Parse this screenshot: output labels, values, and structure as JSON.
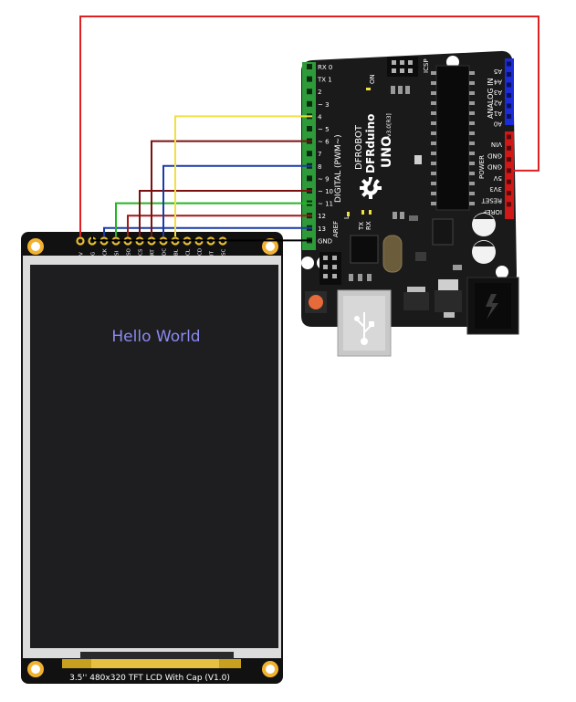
{
  "lcd": {
    "screen_text": "Hello World",
    "label": "3.5'' 480x320 TFT LCD With Cap (V1.0)",
    "pins": [
      "V",
      "G",
      "CK",
      "SI",
      "SO",
      "CS",
      "RT",
      "DC",
      "BL",
      "CL",
      "CD",
      "IT",
      "SC"
    ]
  },
  "board": {
    "brand": "DFROBOT",
    "model": "DFRduino",
    "variant": "UNO",
    "version": "v3.0[R3]",
    "digital_label": "DIGITAL (PWM~)",
    "analog_label": "ANALOG IN",
    "power_label": "POWER",
    "icsp_label": "ICSP",
    "aref_label": "AREF",
    "on_label": "ON",
    "l_label": "L",
    "tx_label": "TX",
    "rx_label": "RX",
    "digital_pins": [
      "RX 0",
      "TX 1",
      "2",
      "~ 3",
      "4",
      "~ 5",
      "~ 6",
      "7",
      "8",
      "~ 9",
      "~ 10",
      "~ 11",
      "12",
      "13",
      "GND"
    ],
    "analog_pins": [
      "A5",
      "A4",
      "A3",
      "A2",
      "A1",
      "A0"
    ],
    "power_pins": [
      "VIN",
      "GND",
      "GND",
      "5V",
      "3V3",
      "RESET",
      "IOREF"
    ]
  },
  "wires": [
    {
      "from": "V",
      "to": "5V",
      "color": "#e02020"
    },
    {
      "from": "G",
      "to": "GND",
      "color": "#000000"
    },
    {
      "from": "CK",
      "to": "13",
      "color": "#1a3aa8"
    },
    {
      "from": "SI",
      "to": "11",
      "color": "#22b522"
    },
    {
      "from": "SO",
      "to": "12",
      "color": "#a01818"
    },
    {
      "from": "CS",
      "to": "10",
      "color": "#7a1010"
    },
    {
      "from": "RT",
      "to": "6",
      "color": "#7a1010"
    },
    {
      "from": "DC",
      "to": "8",
      "color": "#1a3aa8"
    },
    {
      "from": "BL",
      "to": "4",
      "color": "#f0e040"
    }
  ],
  "colors": {
    "lcd_pcb": "#111111",
    "lcd_bezel": "#dcdcdc",
    "lcd_screen": "#1e1e20",
    "lcd_text": "#8a8af0",
    "board_pcb": "#1a1a1a",
    "header_green": "#2e9a3a",
    "header_blue": "#1c2cd8",
    "header_red": "#d01818",
    "pin_gold": "#e8c030"
  }
}
